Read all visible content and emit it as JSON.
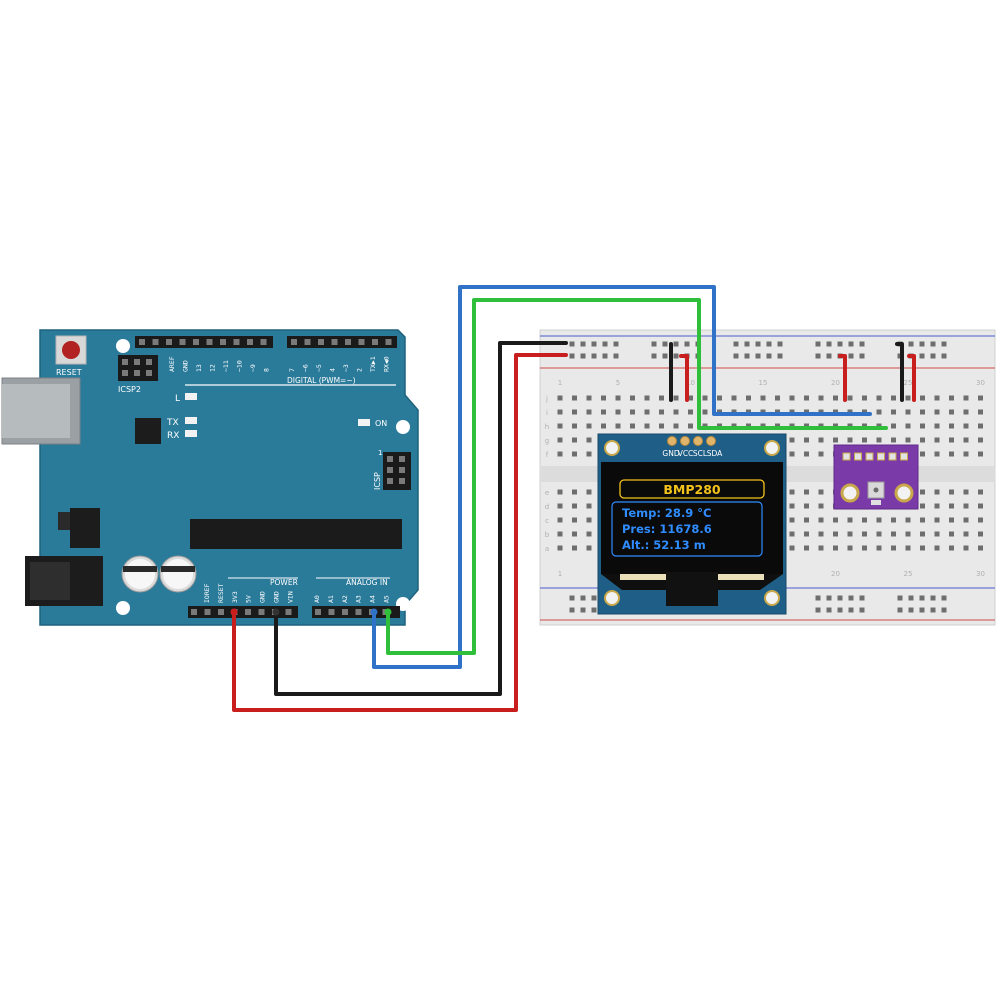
{
  "arduino": {
    "reset_label": "RESET",
    "icsp2_label": "ICSP2",
    "icsp_label": "ICSP",
    "l_label": "L",
    "tx_label": "TX",
    "rx_label": "RX",
    "on_label": "ON",
    "one_label": "1",
    "digital_label": "DIGITAL (PWM=~)",
    "power_label": "POWER",
    "analog_label": "ANALOG IN",
    "digital_pins": [
      "AREF",
      "GND",
      "13",
      "12",
      "~11",
      "~10",
      "~9",
      "8",
      "7",
      "~6",
      "~5",
      "4",
      "~3",
      "2",
      "TX▶1",
      "RX◀0"
    ],
    "power_pins": [
      "IOREF",
      "RESET",
      "3V3",
      "5V",
      "GND",
      "GND",
      "VIN"
    ],
    "analog_pins": [
      "A0",
      "A1",
      "A2",
      "A3",
      "A4",
      "A5"
    ]
  },
  "breadboard": {
    "numbers": [
      "1",
      "5",
      "10",
      "15",
      "20",
      "25",
      "30"
    ],
    "rows_top": [
      "j",
      "i",
      "h",
      "g",
      "f"
    ],
    "rows_bottom": [
      "e",
      "d",
      "c",
      "b",
      "a"
    ]
  },
  "oled": {
    "pin_labels": [
      "GND",
      "VCC",
      "SCL",
      "SDA"
    ],
    "title": "BMP280",
    "lines": [
      "Temp:  28.9 °C",
      "Pres:  11678.6",
      "Alt.:  52.13 m"
    ]
  },
  "colors": {
    "board": "#2a7a9a",
    "wire_blue": "#2f72c8",
    "wire_green": "#2fbf3a",
    "wire_red": "#c81e1e",
    "wire_black": "#1a1a1a",
    "oled_pcb": "#1f5e86",
    "oled_text": "#2f8cff",
    "oled_title": "#f3c21b",
    "sensor_pcb": "#7a3aa8"
  }
}
